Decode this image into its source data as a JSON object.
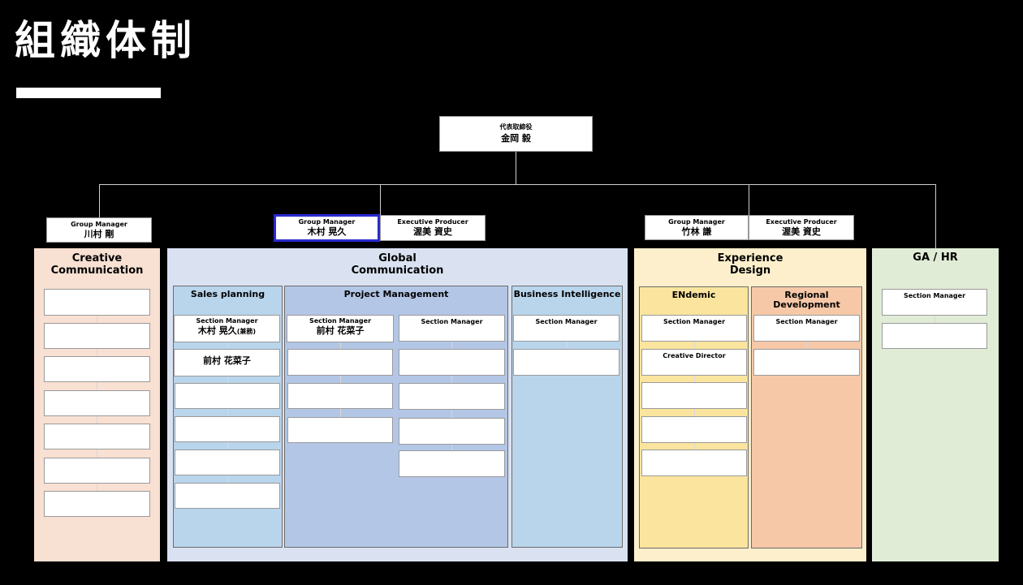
{
  "page": {
    "title": "組織体制"
  },
  "ceo": {
    "role": "代表取締役",
    "name": "金岡 毅"
  },
  "depts": {
    "creative": {
      "title_l1": "Creative",
      "title_l2": "Communication",
      "gm_role": "Group Manager",
      "gm_name": "川村 剛"
    },
    "global": {
      "title_l1": "Global",
      "title_l2": "Communication",
      "gm_role": "Group Manager",
      "gm_name": "木村 晃久",
      "ep_role": "Executive Producer",
      "ep_name": "渥美 資史",
      "sales": {
        "title": "Sales planning",
        "sm_role": "Section Manager",
        "sm_name": "木村 晃久",
        "sm_note": "(兼務)",
        "member": "前村 花菜子"
      },
      "pm": {
        "title": "Project Management",
        "sm_role": "Section Manager",
        "sm_name": "前村 花菜子",
        "sm2_role": "Section Manager"
      },
      "bi": {
        "title": "Business Intelligence",
        "sm_role": "Section Manager"
      }
    },
    "experience": {
      "title_l1": "Experience",
      "title_l2": "Design",
      "gm_role": "Group Manager",
      "gm_name": "竹林 謙",
      "ep_role": "Executive Producer",
      "ep_name": "渥美 資史",
      "endemic": {
        "title": "ENdemic",
        "sm_role": "Section Manager",
        "cd_role": "Creative Director"
      },
      "regional": {
        "title_l1": "Regional",
        "title_l2": "Development",
        "sm_role": "Section Manager"
      }
    },
    "gahr": {
      "title": "GA / HR",
      "sm_role": "Section Manager"
    }
  },
  "colors": {
    "creative": "#f8e0d2",
    "global": "#dae2f2",
    "experience": "#fdefcb",
    "gahr": "#e0ecd6",
    "highlight": "#2a2ad0"
  }
}
